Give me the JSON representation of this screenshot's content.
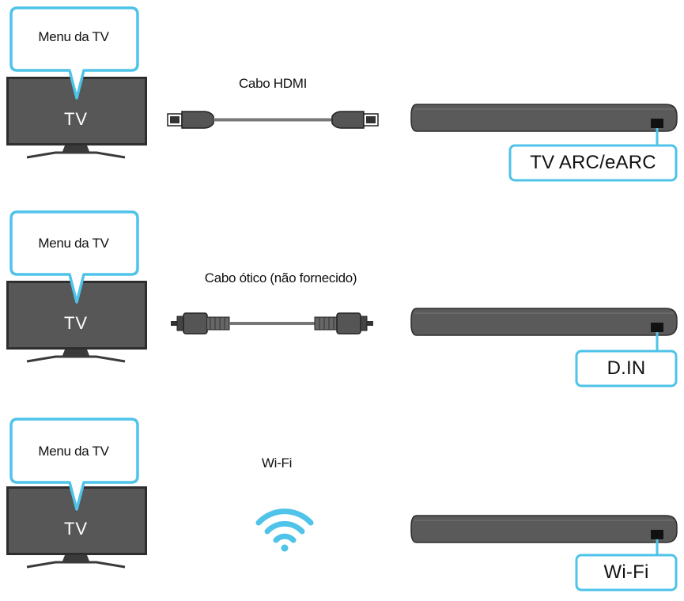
{
  "rows": [
    {
      "bubble_text": "Menu da TV",
      "tv_text": "TV",
      "connection_label": "Cabo HDMI",
      "connection_icon": "hdmi-cable-icon",
      "port_label": "TV ARC/eARC"
    },
    {
      "bubble_text": "Menu da TV",
      "tv_text": "TV",
      "connection_label": "Cabo ótico (não fornecido)",
      "connection_icon": "optical-cable-icon",
      "port_label": "D.IN"
    },
    {
      "bubble_text": "Menu da TV",
      "tv_text": "TV",
      "connection_label": "Wi-Fi",
      "connection_icon": "wifi-icon",
      "port_label": "Wi-Fi"
    }
  ],
  "colors": {
    "callout_border": "#4fc3e8",
    "tv_screen": "#545454",
    "soundbar": "#5a5a5a",
    "wifi": "#4fc3e8"
  }
}
